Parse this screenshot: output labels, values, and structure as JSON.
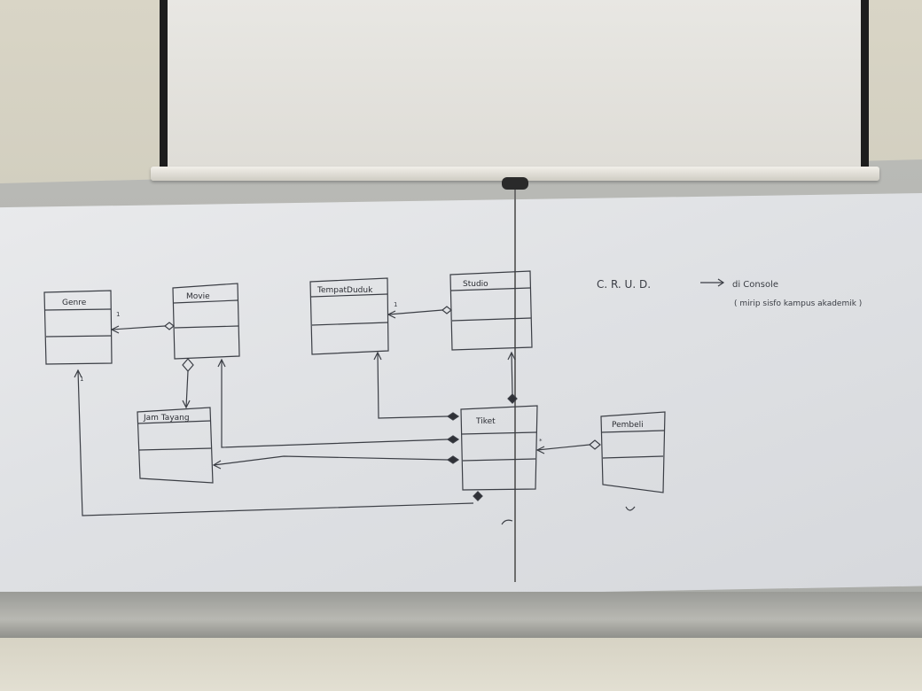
{
  "diagram": {
    "classes": [
      {
        "id": "genre",
        "label": "Genre"
      },
      {
        "id": "movie",
        "label": "Movie"
      },
      {
        "id": "tempat_duduk",
        "label": "TempatDuduk"
      },
      {
        "id": "studio",
        "label": "Studio"
      },
      {
        "id": "jam_tayang",
        "label": "Jam Tayang"
      },
      {
        "id": "tiket",
        "label": "Tiket"
      },
      {
        "id": "pembeli",
        "label": "Pembeli"
      }
    ],
    "multiplicity": "1",
    "multiplicity_many": "*"
  },
  "notes": {
    "crud": "C. R. U. D.",
    "arrow_target": "di Console",
    "sub_note": "( mirip sisfo kampus akademik )"
  }
}
